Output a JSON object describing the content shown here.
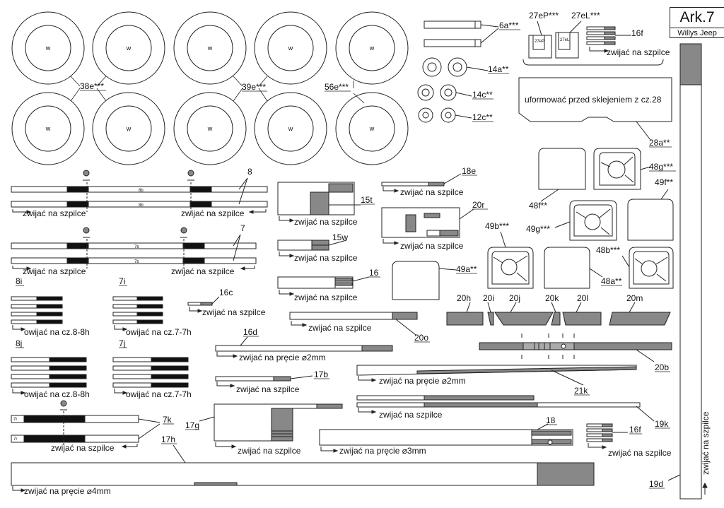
{
  "sheet": {
    "number": "Ark.7",
    "model": "Willys Jeep"
  },
  "wheel_letter": "w",
  "labels": {
    "p38e": "38e***",
    "p39e": "39e***",
    "p56e": "56e***",
    "p6a": "6a***",
    "p14a": "14a**",
    "p14c": "14c**",
    "p12c": "12c**",
    "p27eP": "27eP***",
    "p27eL": "27eL***",
    "p16f_top": "16f",
    "p28a": "28a**",
    "p48g": "48g***",
    "p49f": "49f**",
    "p48f": "48f**",
    "p49g": "49g***",
    "p48b": "48b***",
    "p48a": "48a**",
    "p49b": "49b***",
    "p49a": "49a**",
    "p8": "8",
    "p7": "7",
    "p8i": "8i",
    "p7i": "7i",
    "p8j": "8j",
    "p7j": "7j",
    "p18e": "18e",
    "p15t": "15t",
    "p20r": "20r",
    "p15w": "15w",
    "p16": "16",
    "p16c": "16c",
    "p16d": "16d",
    "p17b": "17b",
    "p20o": "20o",
    "p20h": "20h",
    "p20i": "20i",
    "p20j": "20j",
    "p20k": "20k",
    "p20l": "20l",
    "p20m": "20m",
    "p20b": "20b",
    "p21k": "21k",
    "p19k": "19k",
    "p18": "18",
    "p16f_bot": "16f",
    "p7k": "7k",
    "p17g": "17g",
    "p17h": "17h",
    "p19d": "19d"
  },
  "inner": {
    "i27eP": "27eP",
    "i27eL": "27eL",
    "i8b": "8b",
    "i7b": "7b",
    "i7r": "7r"
  },
  "notes": {
    "pin": "zwijać na szpilce",
    "form28": "uformować przed sklejeniem z cz.28",
    "wrap8": "owijać na cz.8-8h",
    "wrap7": "owijać na cz.7-7h",
    "rod2": "zwijać na pręcie ⌀2mm",
    "rod3": "zwijać na pręcie ⌀3mm",
    "rod4": "zwijać na pręcie ⌀4mm"
  }
}
